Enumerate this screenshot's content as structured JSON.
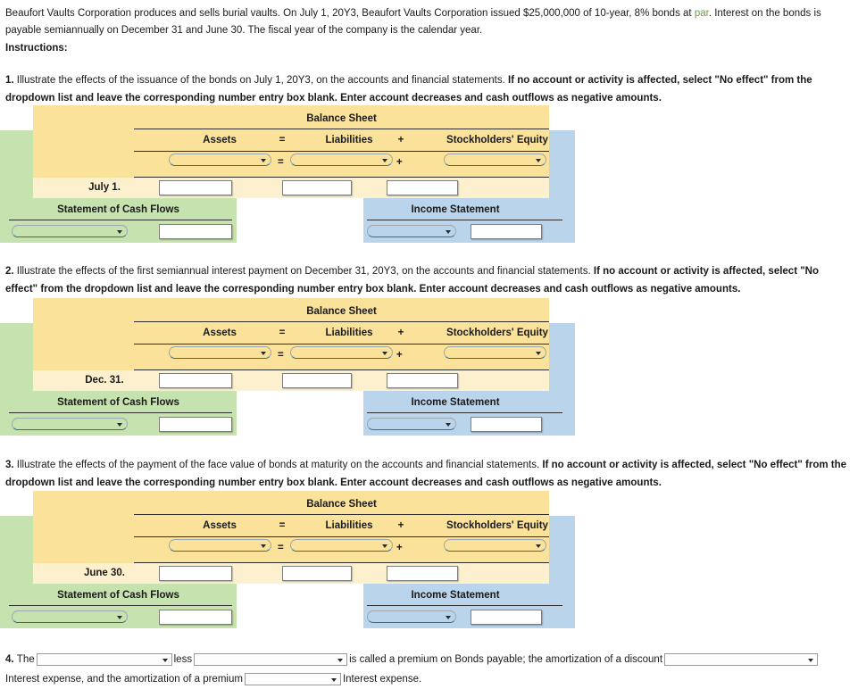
{
  "problem": {
    "paragraph_part1": "Beaufort Vaults Corporation produces and sells burial vaults. On July 1, 20Y3, Beaufort Vaults Corporation issued $25,000,000 of 10-year, 8% bonds at ",
    "link_term": "par",
    "paragraph_part2": ". Interest on the bonds is payable semiannually on December 31 and June 30. The fiscal year of the company is the calendar year.",
    "instructions_label": "Instructions:"
  },
  "questions": [
    {
      "number": "1.",
      "light_text": "Illustrate the effects of the issuance of the bonds on July 1, 20Y3, on the accounts and financial statements.",
      "bold_text": "If no account or activity is affected, select \"No effect\" from the dropdown list and leave the corresponding number entry box blank. Enter account decreases and cash outflows as negative amounts."
    },
    {
      "number": "2.",
      "light_text": "Illustrate the effects of the first semiannual interest payment on December 31, 20Y3, on the accounts and financial statements.",
      "bold_text": "If no account or activity is affected, select \"No effect\" from the dropdown list and leave the corresponding number entry box blank. Enter account decreases and cash outflows as negative amounts."
    },
    {
      "number": "3.",
      "light_text": "Illustrate the effects of the payment of the face value of bonds at maturity on the accounts and financial statements.",
      "bold_text": "If no account or activity is affected, select \"No effect\" from the dropdown list and leave the corresponding number entry box blank. Enter account decreases and cash outflows as negative amounts."
    }
  ],
  "table_labels": {
    "balance_sheet": "Balance Sheet",
    "assets": "Assets",
    "equals": "=",
    "liabilities": "Liabilities",
    "plus": "+",
    "stockholders_equity": "Stockholders' Equity",
    "statement_of_cash_flows": "Statement of Cash Flows",
    "income_statement": "Income Statement"
  },
  "sections": [
    {
      "date_label": "July 1."
    },
    {
      "date_label": "Dec. 31."
    },
    {
      "date_label": "June 30."
    }
  ],
  "inputs": {
    "dropdown_value": "",
    "amount_value": ""
  },
  "question4": {
    "number": "4.",
    "t1": "The",
    "t2": "less",
    "t3": "is called a premium on Bonds payable; the amortization of a discount",
    "t4": "Interest expense, and the amortization of a",
    "t5": "premium",
    "t6": "Interest expense.",
    "select_value": ""
  },
  "colors": {
    "balance_sheet_yellow": "#fbe29b",
    "date_row_cream": "#fdf0ce",
    "cash_flows_green": "#c6e2ae",
    "income_statement_blue": "#bad4ec",
    "link_green": "#6f9b4a"
  }
}
